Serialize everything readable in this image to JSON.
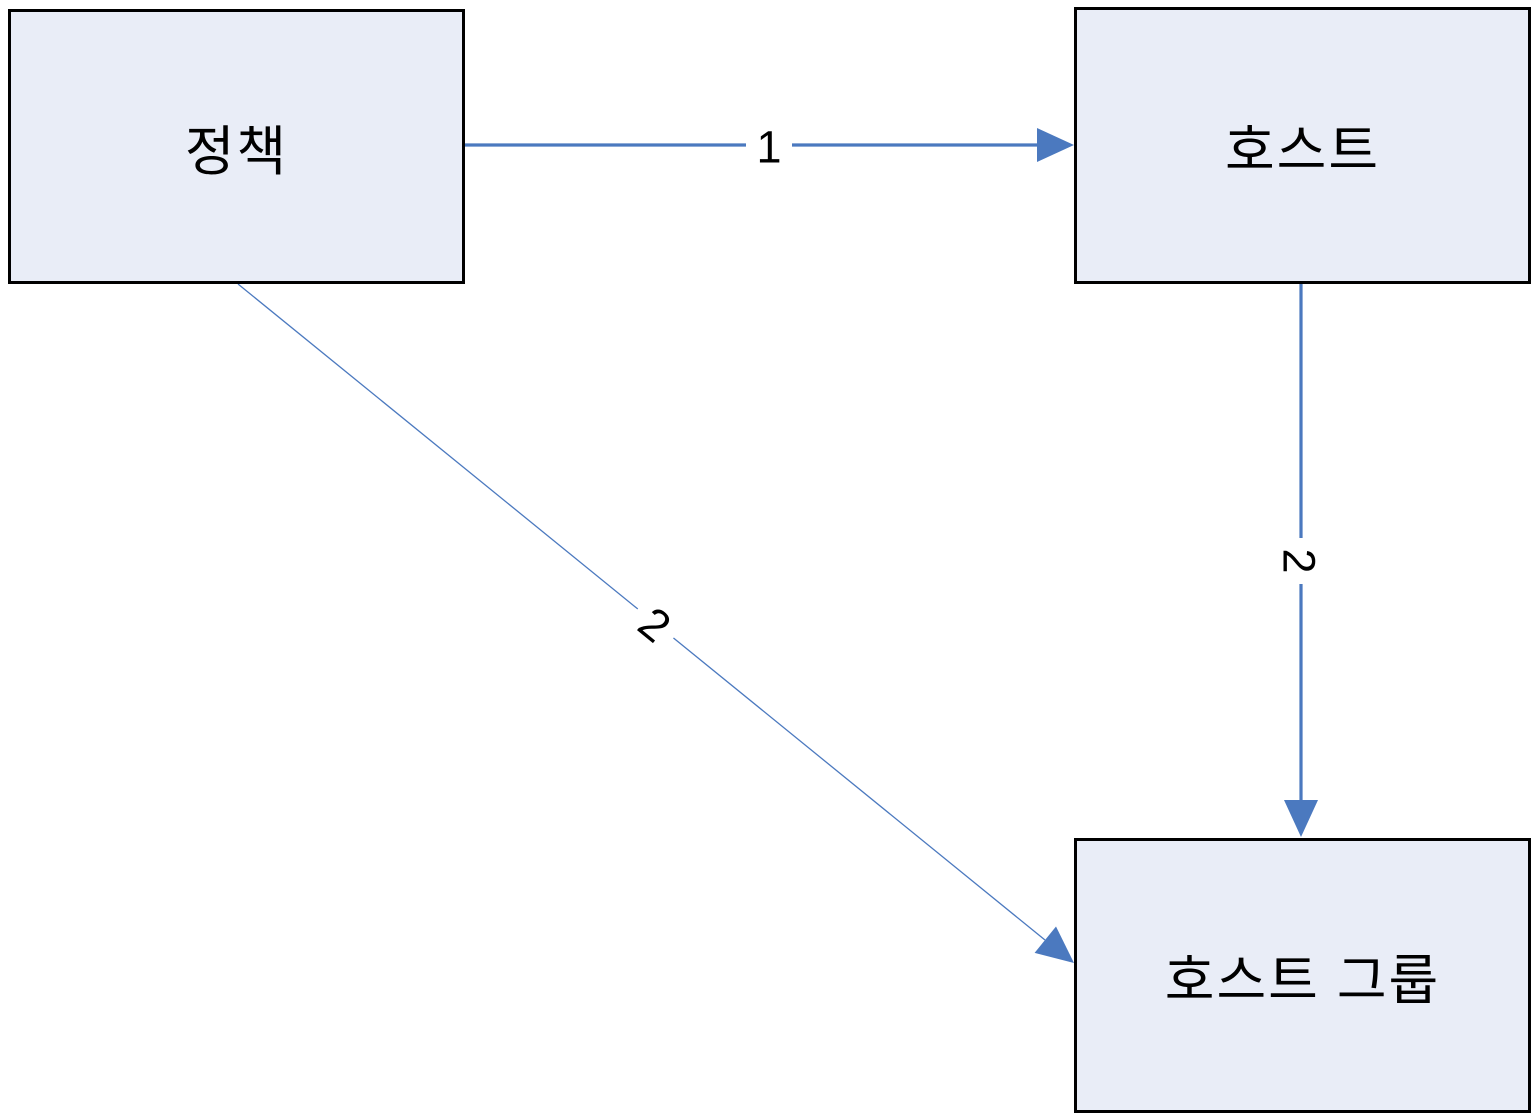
{
  "diagram": {
    "colors": {
      "background": "#ffffff",
      "box_fill": "#e9edf7",
      "box_border": "#000000",
      "connector": "#4b79bf",
      "label_text": "#000000"
    },
    "nodes": [
      {
        "id": "policy",
        "label": "정책"
      },
      {
        "id": "host",
        "label": "호스트"
      },
      {
        "id": "host_group",
        "label": "호스트 그룹"
      }
    ],
    "connectors": [
      {
        "from": "policy",
        "to": "host",
        "label": "1",
        "direction": "right"
      },
      {
        "from": "host",
        "to": "host_group",
        "label": "2",
        "direction": "down"
      },
      {
        "from": "policy",
        "to": "host_group",
        "label": "2",
        "direction": "down-right"
      }
    ]
  }
}
